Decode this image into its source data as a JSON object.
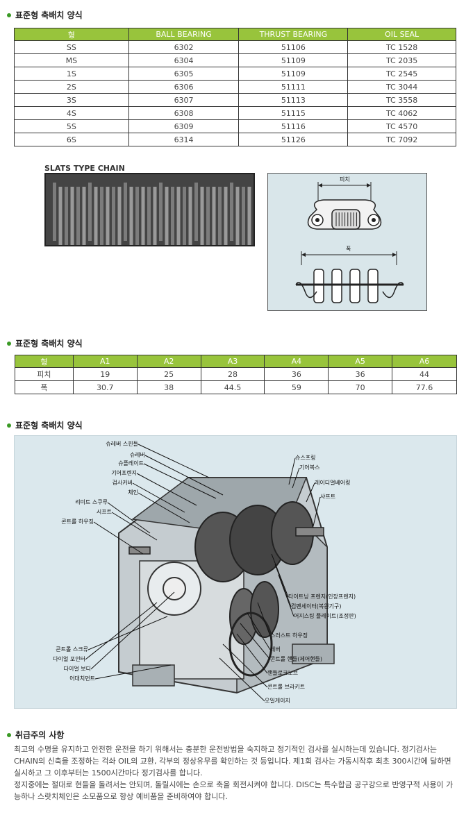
{
  "section1": {
    "title": "표준형 축배치 양식",
    "headers": [
      "형",
      "BALL BEARING",
      "THRUST BEARING",
      "OIL SEAL"
    ],
    "rows": [
      [
        "SS",
        "6302",
        "51106",
        "TC 1528"
      ],
      [
        "MS",
        "6304",
        "51109",
        "TC 2035"
      ],
      [
        "1S",
        "6305",
        "51109",
        "TC 2545"
      ],
      [
        "2S",
        "6306",
        "51111",
        "TC 3044"
      ],
      [
        "3S",
        "6307",
        "51113",
        "TC 3558"
      ],
      [
        "4S",
        "6308",
        "51115",
        "TC 4062"
      ],
      [
        "5S",
        "6309",
        "51116",
        "TC 4570"
      ],
      [
        "6S",
        "6314",
        "51126",
        "TC 7092"
      ]
    ]
  },
  "chain": {
    "label": "SLATS TYPE CHAIN",
    "pitch_label": "피치",
    "width_label": "폭"
  },
  "section2": {
    "title": "표준형 축배치 양식",
    "headers": [
      "형",
      "A1",
      "A2",
      "A3",
      "A4",
      "A5",
      "A6"
    ],
    "rows": [
      [
        "피치",
        "19",
        "25",
        "28",
        "36",
        "36",
        "44"
      ],
      [
        "폭",
        "30.7",
        "38",
        "44.5",
        "59",
        "70",
        "77.6"
      ]
    ]
  },
  "section3": {
    "title": "표준형 축배치 양식",
    "callouts_left": [
      "슈레버 스핀들",
      "슈레버",
      "슈플레이트",
      "기어프렌지",
      "검사커버",
      "체인",
      "리미트 스쿠루",
      "시프트",
      "콘트롤 하우징",
      "콘트롤 스크류",
      "다이얼 포인터",
      "다이얼 보디",
      "어대치먼트"
    ],
    "callouts_right": [
      "슈스프링",
      "기어복스",
      "레이디얼베어링",
      "샤프트",
      "타이트닝 프렌지(인장프렌지)",
      "컴펜세이터(복원기구)",
      "어지스팅 플레이트(조정판)",
      "스러스트 하우징",
      "레버",
      "콘트롤 핸들(제어핸들)",
      "핸들로크노브",
      "콘트롤 브라키트",
      "오일게이지"
    ]
  },
  "section4": {
    "title": "취급주의 사항",
    "paragraphs": [
      "최고의 수명을 유지하고 안전한 운전을 하기 위해서는 충분한 운전방법을 숙지하고 정기적인 검사를 실시하는데 있습니다. 정기검사는 CHAIN의 신축을 조정하는 걱솨 OIL의 교환, 각부의 정상유무를 확인하는 것 등입니다. 제1회 검사는 가동시작후 최초 300시간에 달하면 실시하고 그 이후부터는 1500시간마다 정기검사를 합니다.",
      "정지중에는 절대로 현들을 돌려서는 안되며, 돌릴시에는 손으로 축을 회전시켜야 합니다. DISC는 특수합금 공구강으로 반영구적 사용이 가능하나 스랏치체인은 소모품으로 항상 예비품을 준비하여야 합니다."
    ]
  }
}
